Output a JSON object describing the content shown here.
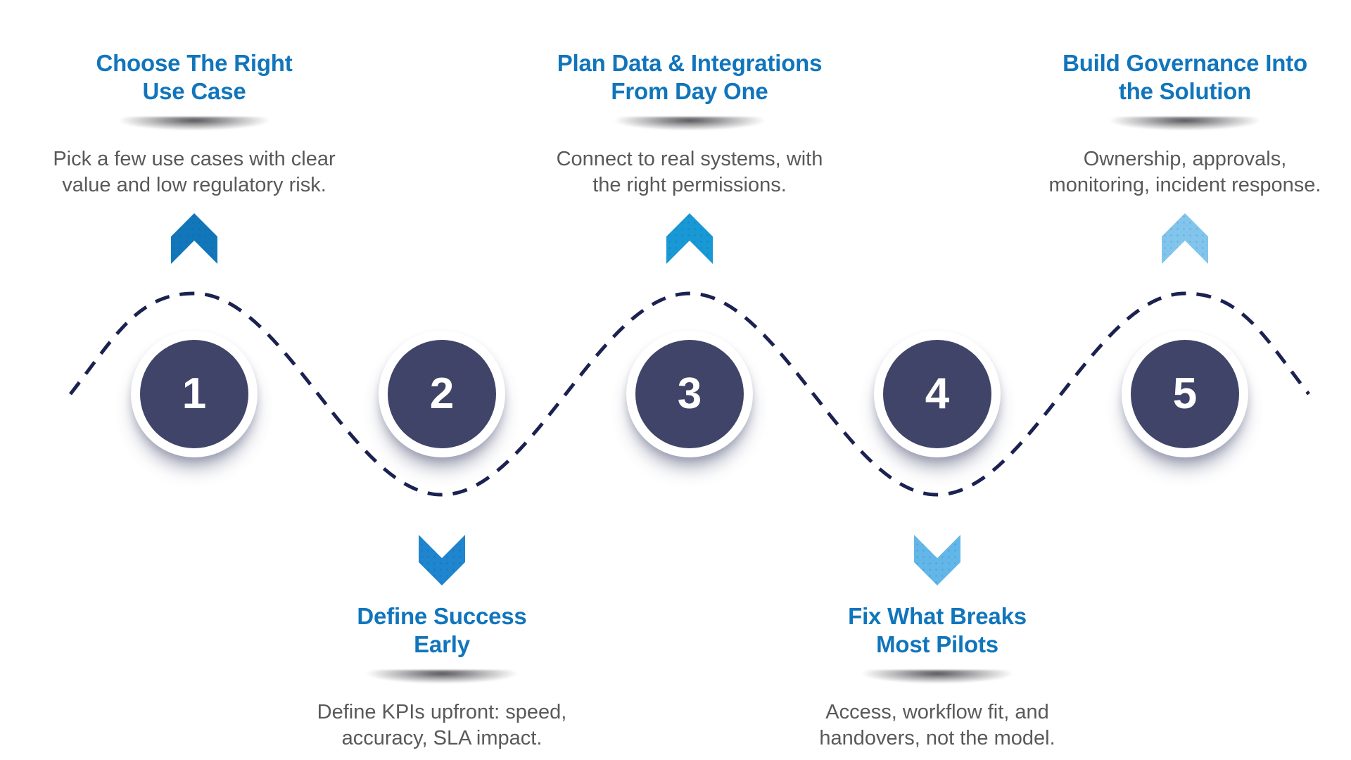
{
  "diagram": {
    "type": "process-timeline",
    "colors": {
      "title_blue": "#1175BC",
      "desc_gray": "#58595B",
      "circle_navy": "#3F4468",
      "dash_navy": "#1B2150",
      "background": "#FFFFFF"
    },
    "steps": [
      {
        "number": "1",
        "position": "top",
        "arrow": "up",
        "arrow_color": "#1277BA",
        "title_lines": [
          "Choose The Right",
          "Use Case"
        ],
        "desc_lines": [
          "Pick a few use cases with clear",
          "value and low regulatory risk."
        ]
      },
      {
        "number": "2",
        "position": "bottom",
        "arrow": "down",
        "arrow_color": "#1E85CE",
        "title_lines": [
          "Define Success",
          "Early"
        ],
        "desc_lines": [
          "Define KPIs upfront: speed,",
          "accuracy, SLA impact."
        ]
      },
      {
        "number": "3",
        "position": "top",
        "arrow": "up",
        "arrow_color": "#1898D5",
        "title_lines": [
          "Plan Data & Integrations",
          "From Day One"
        ],
        "desc_lines": [
          "Connect to real systems, with",
          "the right permissions."
        ]
      },
      {
        "number": "4",
        "position": "bottom",
        "arrow": "down",
        "arrow_color": "#62B7E8",
        "title_lines": [
          "Fix What Breaks",
          "Most Pilots"
        ],
        "desc_lines": [
          "Access, workflow fit, and",
          "handovers, not the model."
        ]
      },
      {
        "number": "5",
        "position": "top",
        "arrow": "up",
        "arrow_color": "#81C5EC",
        "title_lines": [
          "Build Governance Into",
          "the Solution"
        ],
        "desc_lines": [
          "Ownership, approvals,",
          "monitoring, incident response."
        ]
      }
    ]
  }
}
